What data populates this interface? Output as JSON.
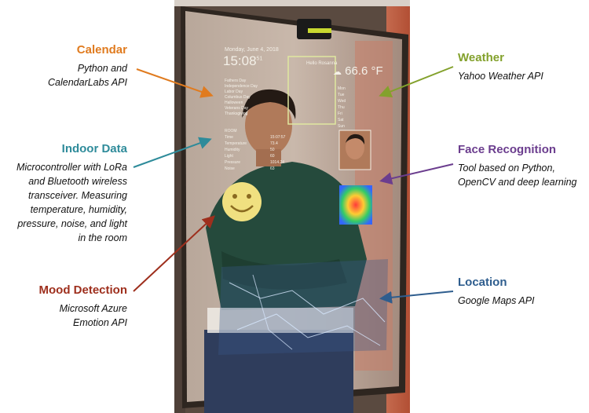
{
  "labels": {
    "calendar": {
      "title": "Calendar",
      "lines": [
        "Python and",
        "CalendarLabs API"
      ],
      "color": "#e07b1f"
    },
    "indoor": {
      "title": "Indoor Data",
      "lines": [
        "Microcontroller with LoRa",
        "and Bluetooth wireless",
        "transceiver. Measuring",
        "temperature, humidity,",
        "pressure, noise, and light",
        "in the room"
      ],
      "color": "#2e8b9a"
    },
    "mood": {
      "title": "Mood Detection",
      "lines": [
        "Microsoft Azure",
        "Emotion API"
      ],
      "color": "#9e2f1d"
    },
    "weather": {
      "title": "Weather",
      "lines": [
        "Yahoo Weather API"
      ],
      "color": "#83a12c"
    },
    "face": {
      "title": "Face Recognition",
      "lines": [
        "Tool based on Python,",
        "OpenCV and deep learning"
      ],
      "color": "#6b3d8e"
    },
    "location": {
      "title": "Location",
      "lines": [
        "Google Maps API"
      ],
      "color": "#2e5d8e"
    }
  },
  "mirror": {
    "date": "Monday, June 4, 2018",
    "time": "15:08",
    "seconds": "51",
    "greeting": "Hello Rosanna",
    "temperature": "66.6 °F",
    "events": [
      "Fathers Day",
      "Independence Day",
      "Labor Day",
      "Columbus Day",
      "Halloween",
      "Veterans Day",
      "Thanksgiving"
    ],
    "sensor_heading": "ROOM",
    "sensors": [
      {
        "name": "Time",
        "value": "15:07:57"
      },
      {
        "name": "Temperature",
        "value": "73.4"
      },
      {
        "name": "Humidity",
        "value": "50"
      },
      {
        "name": "Light",
        "value": "60"
      },
      {
        "name": "Pressure",
        "value": "1014.24"
      },
      {
        "name": "Noise",
        "value": "63"
      }
    ],
    "forecast_days": [
      "Mon",
      "Tue",
      "Wed",
      "Thu",
      "Fri",
      "Sat",
      "Sun"
    ]
  }
}
